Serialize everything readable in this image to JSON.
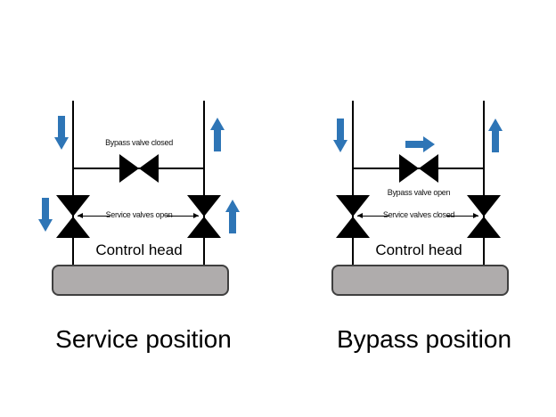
{
  "colors": {
    "flow_arrow_blue": "#2e75b6",
    "valve_black": "#000000",
    "control_head_fill": "#afacac",
    "control_head_border": "#3f3f3f",
    "background": "#ffffff"
  },
  "diagrams": [
    {
      "id": "service",
      "title": "Service position",
      "bypass_valve_label": "Bypass valve closed",
      "service_valves_label": "Service valves open",
      "control_head_label": "Control head",
      "flow_arrows": [
        "down-at-inlet-top",
        "up-at-outlet-top",
        "down-at-inlet-valve",
        "up-at-outlet-valve"
      ]
    },
    {
      "id": "bypass",
      "title": "Bypass position",
      "bypass_valve_label": "Bypass valve open",
      "service_valves_label": "Service valves closed",
      "control_head_label": "Control head",
      "flow_arrows": [
        "down-at-inlet-top",
        "right-through-bypass",
        "up-at-outlet-top"
      ]
    }
  ]
}
